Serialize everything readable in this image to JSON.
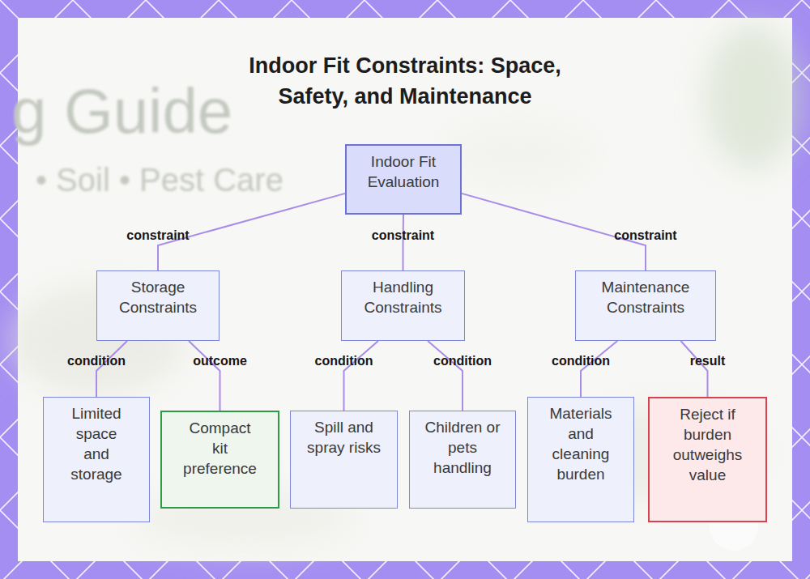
{
  "diagram": {
    "title": "Indoor Fit Constraints: Space, Safety, and Maintenance",
    "nodes": [
      {
        "text": [
          "Indoor Fit Evaluation"
        ]
      },
      {
        "text": [
          "Storage Constraints"
        ]
      },
      {
        "text": [
          "Handling Constraints"
        ]
      },
      {
        "text": [
          "Maintenance Constraints"
        ]
      },
      {
        "text": [
          "Limited space and storage"
        ]
      },
      {
        "text": [
          "Compact kit preference"
        ]
      },
      {
        "text": [
          "Spill and spray risks"
        ]
      },
      {
        "text": [
          "Children or pets handling"
        ]
      },
      {
        "text": [
          "Materials and cleaning burden"
        ]
      },
      {
        "text": [
          "Reject if burden outweighs value"
        ]
      }
    ],
    "edges": [
      {
        "from": 0,
        "to": 1,
        "label": "constraint",
        "arrow": "none"
      },
      {
        "from": 0,
        "to": 2,
        "label": "constraint",
        "arrow": "none"
      },
      {
        "from": 0,
        "to": 3,
        "label": "constraint",
        "arrow": "none"
      },
      {
        "from": 1,
        "to": 4,
        "label": "condition",
        "arrow": "none"
      },
      {
        "from": 1,
        "to": 5,
        "label": "outcome",
        "arrow": "none"
      },
      {
        "from": 2,
        "to": 6,
        "label": "condition",
        "arrow": "none"
      },
      {
        "from": 2,
        "to": 7,
        "label": "condition",
        "arrow": "none"
      },
      {
        "from": 3,
        "to": 8,
        "label": "condition",
        "arrow": "none"
      },
      {
        "from": 3,
        "to": 9,
        "label": "result",
        "arrow": "none"
      }
    ],
    "labels": [
      "g Guide",
      "• Soil • Pest Care"
    ]
  }
}
